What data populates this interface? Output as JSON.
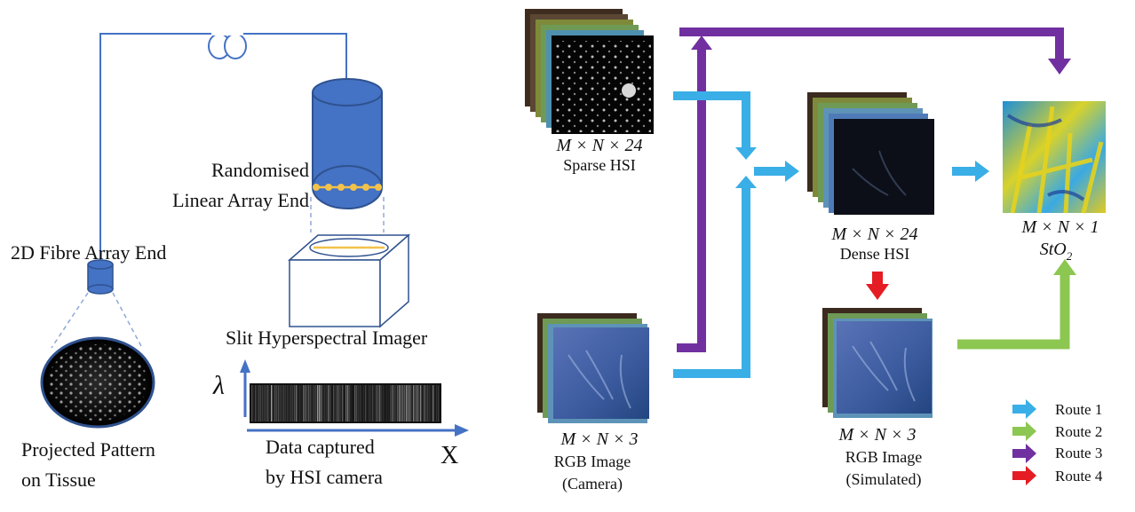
{
  "left": {
    "randomised_label_1": "Randomised",
    "randomised_label_2": "Linear Array End",
    "fibre_label": "2D Fibre Array End",
    "slit_label": "Slit Hyperspectral Imager",
    "lambda": "λ",
    "x_axis": "X",
    "data_caption_1": "Data captured",
    "data_caption_2": "by HSI camera",
    "pattern_caption_1": "Projected Pattern",
    "pattern_caption_2": "on Tissue"
  },
  "right": {
    "sparse_dims": "M × N × 24",
    "sparse_label": "Sparse HSI",
    "rgb_cam_dims": "M × N × 3",
    "rgb_cam_label_1": "RGB Image",
    "rgb_cam_label_2": "(Camera)",
    "dense_dims": "M × N × 24",
    "dense_label": "Dense HSI",
    "rgb_sim_dims": "M × N × 3",
    "rgb_sim_label_1": "RGB Image",
    "rgb_sim_label_2": "(Simulated)",
    "sto2_dims": "M × N × 1",
    "sto2_label": "StO",
    "sto2_sub": "2"
  },
  "legend": [
    {
      "label": "Route 1",
      "color": "#3aaee6"
    },
    {
      "label": "Route 2",
      "color": "#8cc751"
    },
    {
      "label": "Route 3",
      "color": "#7130a0"
    },
    {
      "label": "Route 4",
      "color": "#e51c23"
    }
  ]
}
